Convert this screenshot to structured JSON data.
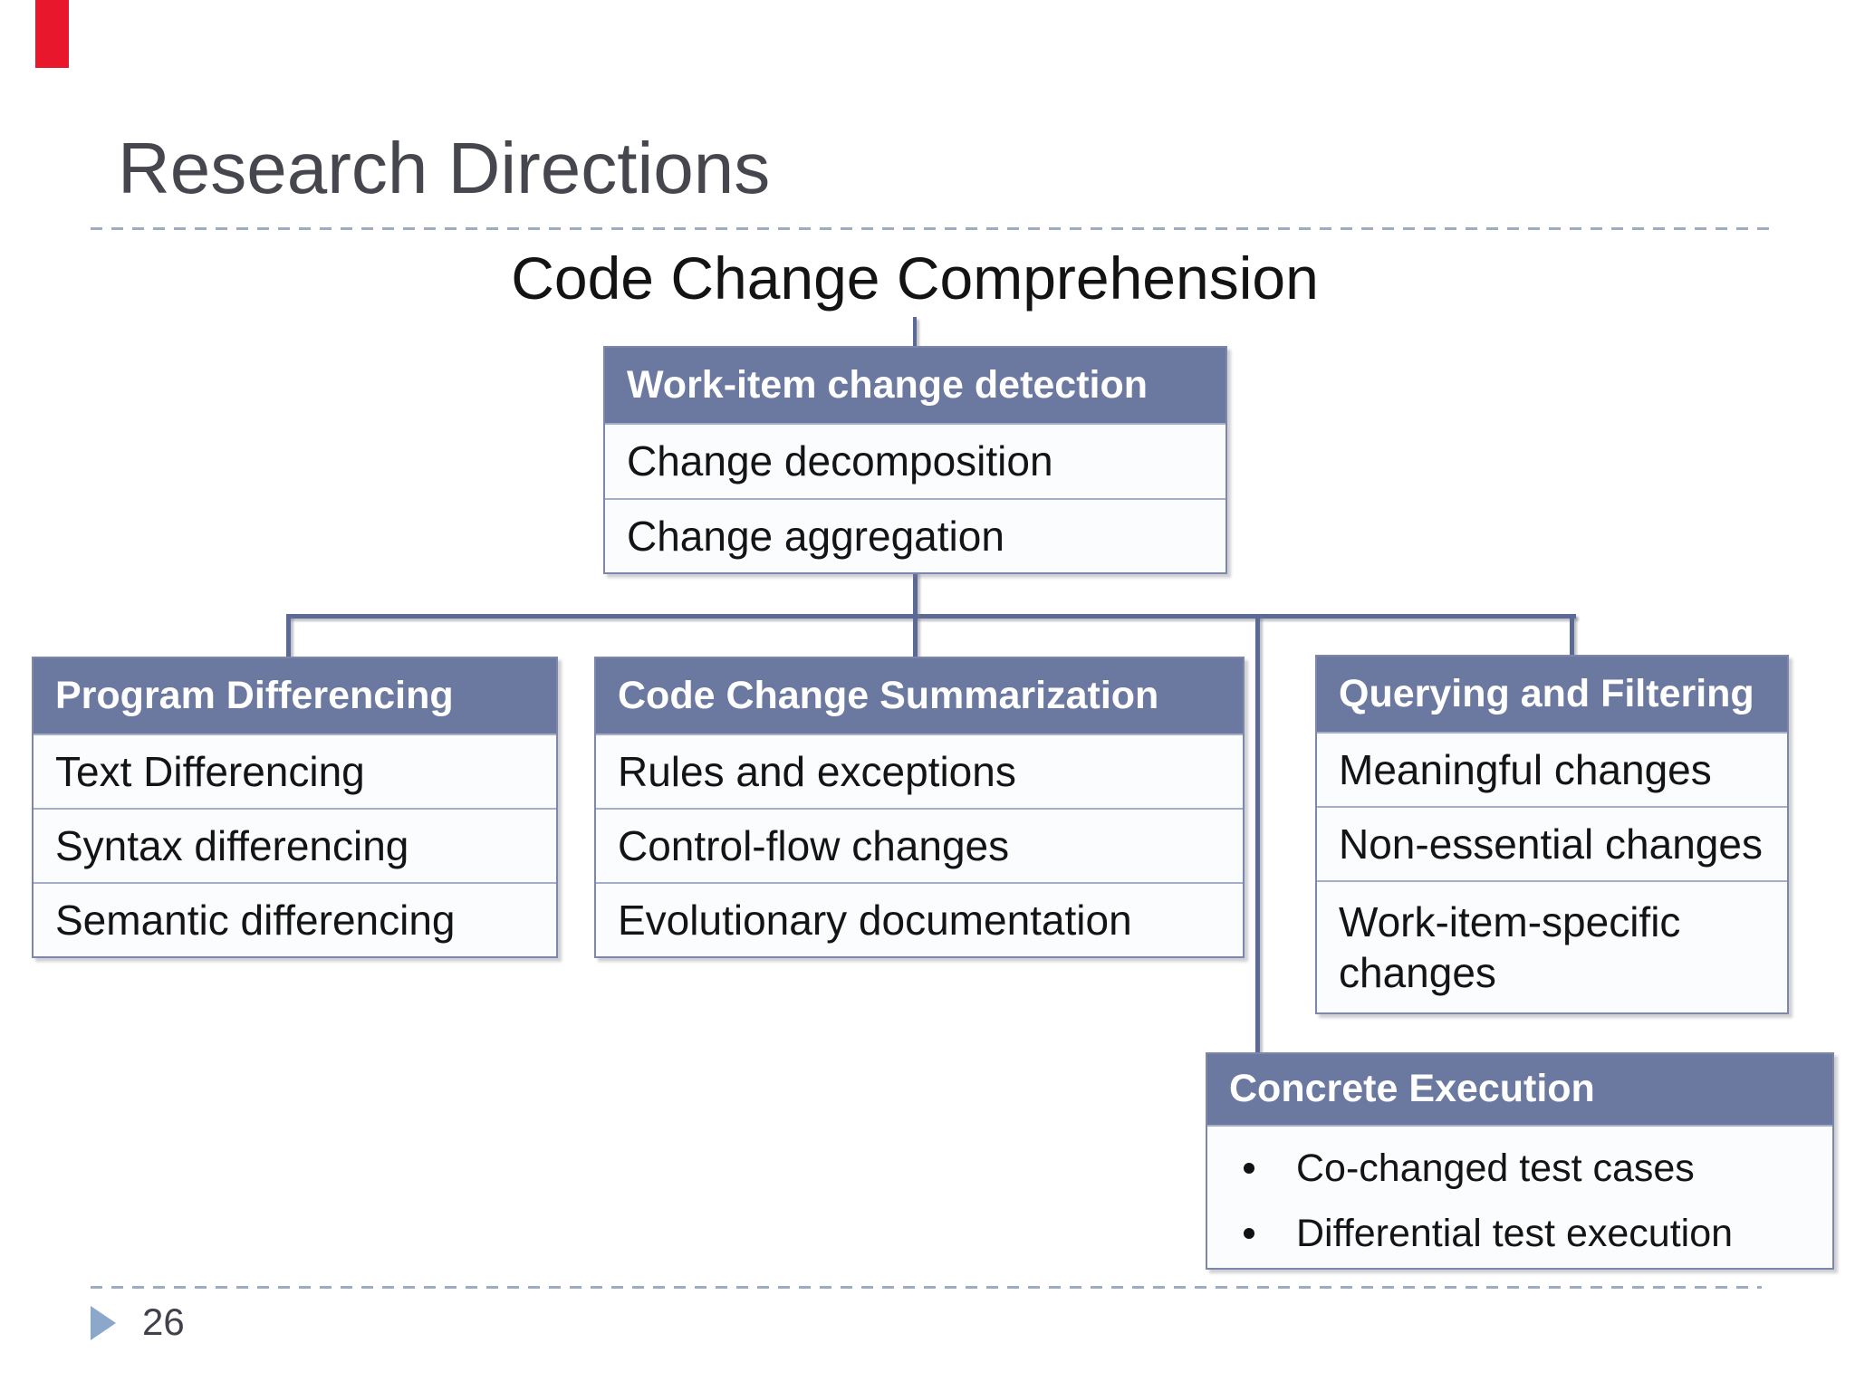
{
  "slide": {
    "title": "Research Directions",
    "page_number": "26"
  },
  "diagram": {
    "heading": "Code Change Comprehension",
    "boxes": {
      "work_item": {
        "header": "Work-item change detection",
        "rows": [
          "Change decomposition",
          "Change aggregation"
        ]
      },
      "program_differencing": {
        "header": "Program Differencing",
        "rows": [
          "Text Differencing",
          "Syntax differencing",
          "Semantic differencing"
        ]
      },
      "code_change_summarization": {
        "header": "Code Change Summarization",
        "rows": [
          "Rules and exceptions",
          "Control-flow changes",
          "Evolutionary documentation"
        ]
      },
      "querying_filtering": {
        "header": "Querying and Filtering",
        "rows": [
          "Meaningful changes",
          "Non-essential changes",
          "Work-item-specific changes"
        ]
      },
      "concrete_execution": {
        "header": "Concrete Execution",
        "bullets": [
          "Co-changed test cases",
          "Differential test execution"
        ]
      }
    }
  },
  "colors": {
    "box_header_bg": "#6b79a1",
    "box_border": "#7d87ac",
    "row_divider": "#a5adc8",
    "connector": "#5b6995",
    "dashed_line": "#9dacc2",
    "title_text": "#46464e",
    "body_text": "#141414",
    "header_text": "#ffffff",
    "red_accent": "#e8172b",
    "footer_triangle": "#8ba7c9",
    "page_number_text": "#40414b"
  }
}
